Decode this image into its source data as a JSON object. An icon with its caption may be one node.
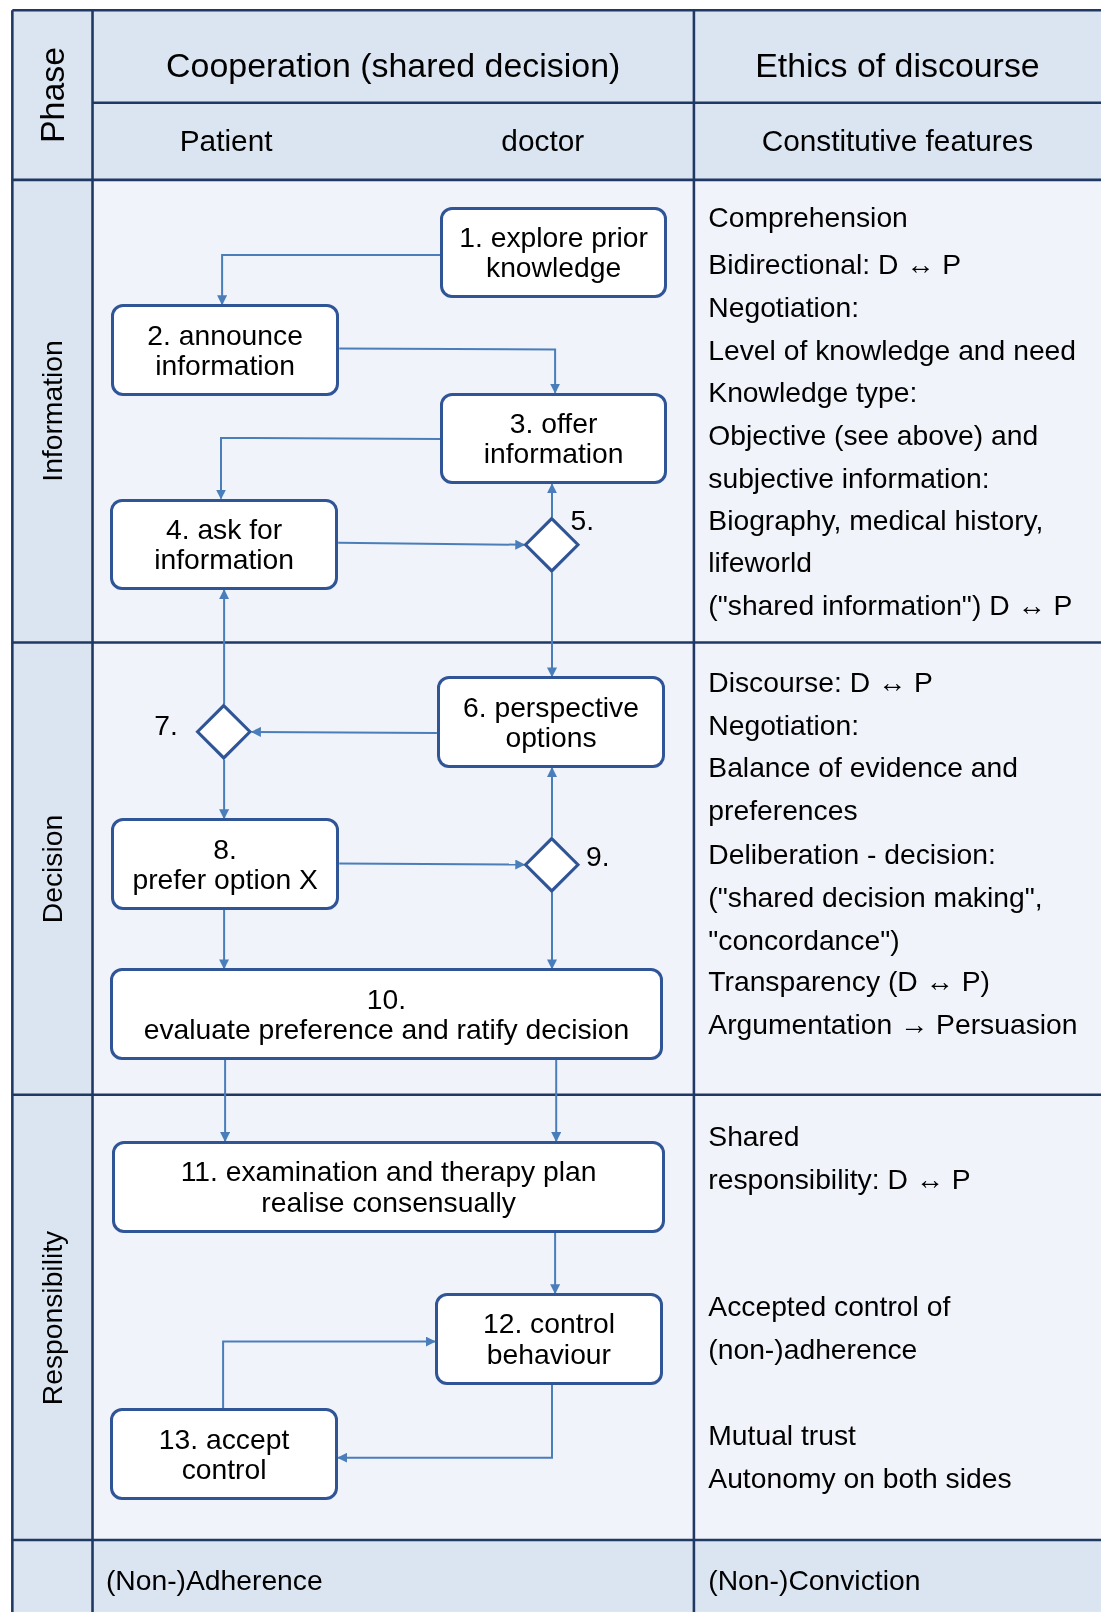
{
  "diagram": {
    "nodes": [
      {
        "text": [
          "1. explore prior knowledge"
        ]
      },
      {
        "text": [
          "2. announce information"
        ]
      },
      {
        "text": [
          "3. offer information"
        ]
      },
      {
        "text": [
          "4. ask for information"
        ]
      },
      {
        "text": [],
        "shape": "diamond",
        "beside": [
          "5."
        ]
      },
      {
        "text": [
          "6. perspective options"
        ]
      },
      {
        "text": [],
        "shape": "diamond",
        "beside": [
          "7."
        ]
      },
      {
        "text": [
          "8.",
          "prefer option X"
        ]
      },
      {
        "text": [],
        "shape": "diamond",
        "beside": [
          "9."
        ]
      },
      {
        "text": [
          "10.",
          "evaluate preference and ratify decision"
        ]
      },
      {
        "text": [
          "11. examination and therapy plan realise consensually"
        ]
      },
      {
        "text": [
          "12. control behaviour"
        ]
      },
      {
        "text": [
          "13. accept control"
        ]
      }
    ],
    "edges": [
      {
        "from": 0,
        "to": 1,
        "arrow": "to"
      },
      {
        "from": 1,
        "to": 2,
        "arrow": "to"
      },
      {
        "from": 2,
        "to": 3,
        "arrow": "to"
      },
      {
        "from": 3,
        "to": 4,
        "arrow": "to"
      },
      {
        "from": 4,
        "to": 2,
        "arrow": "to"
      },
      {
        "from": 4,
        "to": 5,
        "arrow": "to"
      },
      {
        "from": 5,
        "to": 6,
        "arrow": "to"
      },
      {
        "from": 6,
        "to": 3,
        "arrow": "to"
      },
      {
        "from": 6,
        "to": 7,
        "arrow": "to"
      },
      {
        "from": 7,
        "to": 8,
        "arrow": "to"
      },
      {
        "from": 8,
        "to": 5,
        "arrow": "to"
      },
      {
        "from": 8,
        "to": 9,
        "arrow": "to"
      },
      {
        "from": 7,
        "to": 9,
        "arrow": "to"
      },
      {
        "from": 9,
        "to": 10,
        "arrow": "to"
      },
      {
        "from": 9,
        "to": 10,
        "arrow": "to"
      },
      {
        "from": 10,
        "to": 11,
        "arrow": "to"
      },
      {
        "from": 12,
        "to": 11,
        "arrow": "to"
      },
      {
        "from": 11,
        "to": 12,
        "arrow": "to"
      }
    ],
    "labels": [
      "Phase",
      "Cooperation (shared decision)",
      "Ethics of discourse",
      "Patient",
      "doctor",
      "Constitutive features",
      "Information",
      "Comprehension",
      "Bidirectional: D ↔ P",
      "Negotiation:",
      "Level of knowledge and need",
      "Knowledge type:",
      "Objective (see above) and subjective information:",
      "Biography, medical history, lifeworld",
      "(\"shared information\") D ↔ P",
      "Decision",
      "Discourse: D ↔ P",
      "Negotiation:",
      "Balance of evidence and preferences",
      "Deliberation - decision:",
      "(\"shared decision making\", \"concordance\")",
      "Transparency (D ↔ P)",
      "Argumentation → Persuasion",
      "Responsibility",
      "Shared",
      "responsibility: D ↔ P",
      "Accepted control of (non-)adherence",
      "Mutual trust",
      "Autonomy on both sides",
      "(Non-)Adherence",
      "(Non-)Conviction"
    ]
  }
}
